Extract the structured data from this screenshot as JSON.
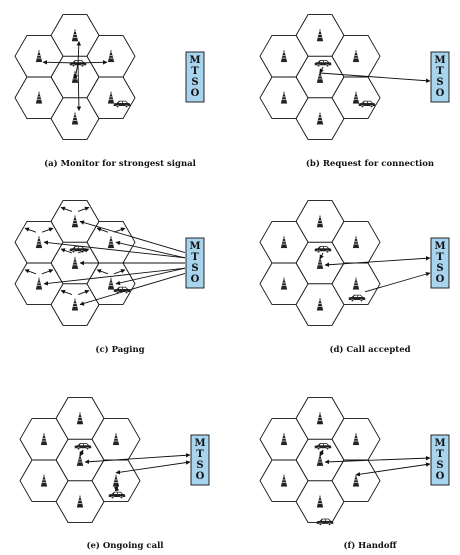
{
  "panels": [
    {
      "caption": "(a) Monitor for strongest signal"
    },
    {
      "caption": "(b) Request for connection"
    },
    {
      "caption": "(c) Paging"
    },
    {
      "caption": "(d) Call accepted"
    },
    {
      "caption": "(e) Ongoing call"
    },
    {
      "caption": "(f) Handoff"
    }
  ],
  "mtso_label": [
    "M",
    "T",
    "S",
    "O"
  ],
  "colors": {
    "mtso_fill": "#a8d4ee",
    "stroke": "#111111",
    "background": "#ffffff"
  },
  "icons": [
    "cell-tower-icon",
    "car-icon",
    "mtso-box"
  ]
}
